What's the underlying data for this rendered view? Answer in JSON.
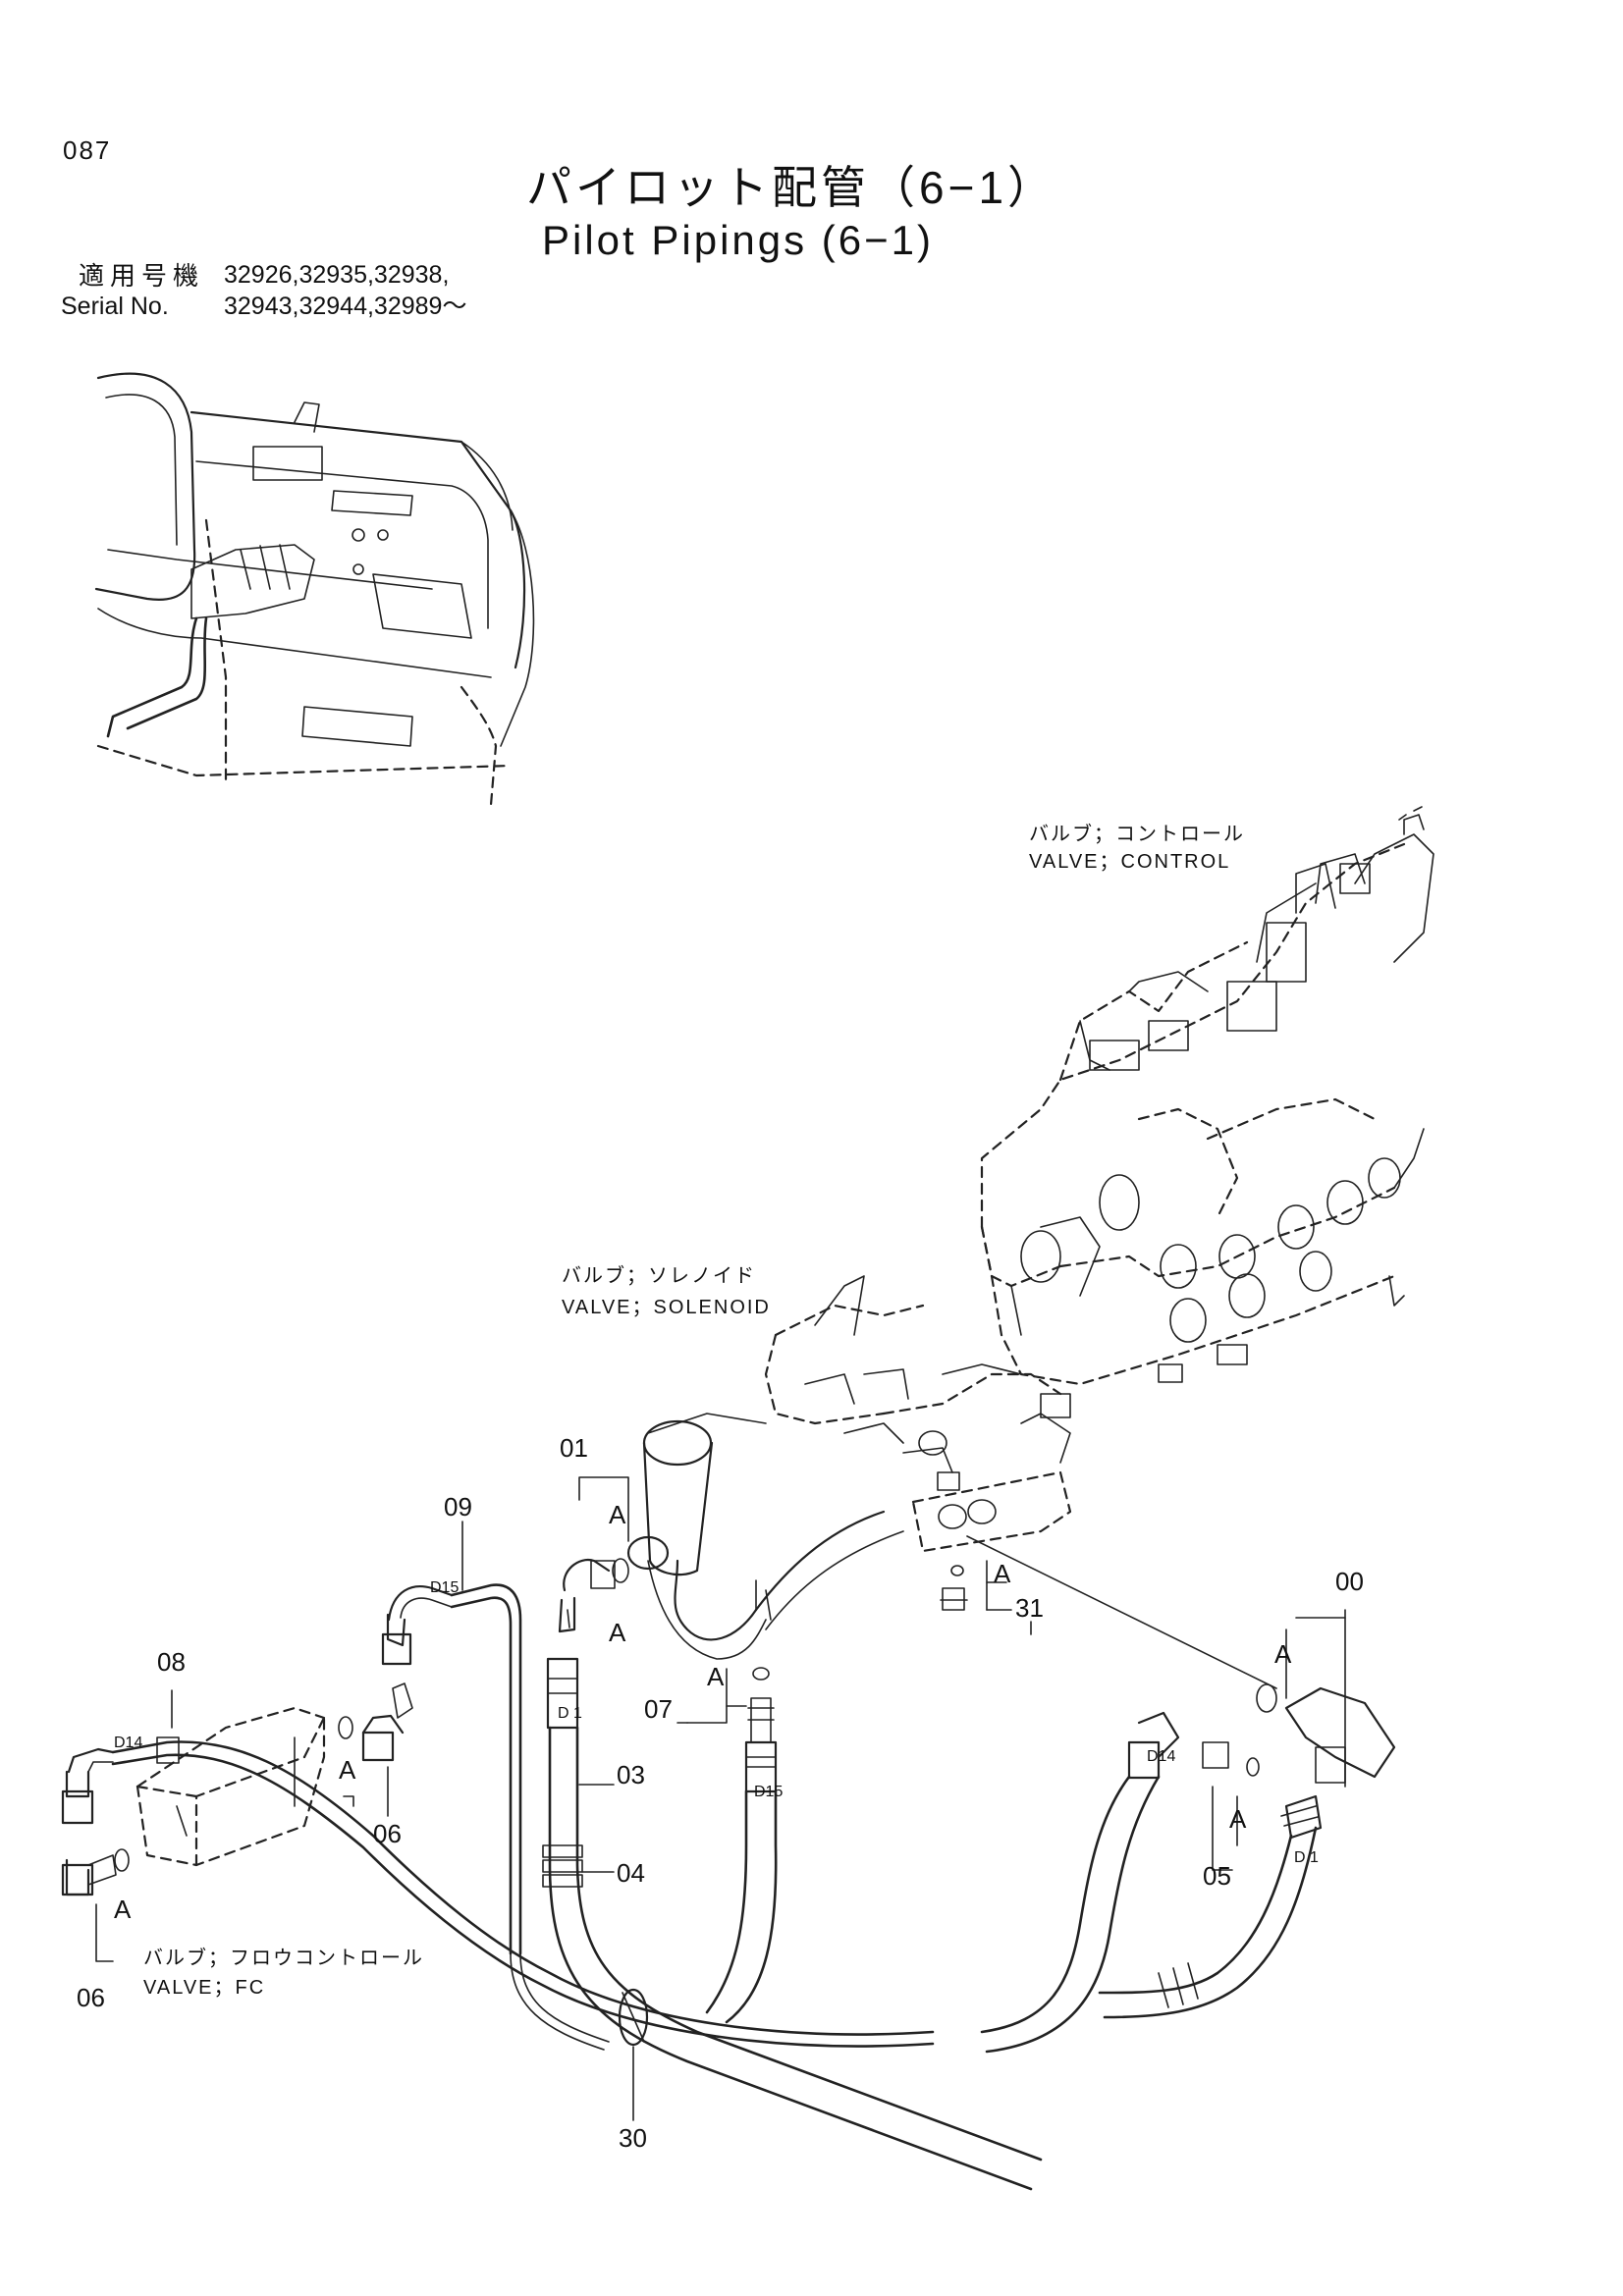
{
  "page_number": "087",
  "title": {
    "jp": "パイロット配管（6−1）",
    "en": "Pilot Pipings (6−1)"
  },
  "serial": {
    "label_jp": "適用号機",
    "label_en": "Serial No.",
    "line1": "32926,32935,32938,",
    "line2": "32943,32944,32989～"
  },
  "component_labels": {
    "control_jp": "バルブ；コントロール",
    "control_en": "VALVE；CONTROL",
    "solenoid_jp": "バルブ；ソレノイド",
    "solenoid_en": "VALVE；SOLENOID",
    "fc_jp": "バルブ；フロウコントロール",
    "fc_en": "VALVE；FC"
  },
  "part_numbers": {
    "p00": "00",
    "p01": "01",
    "p03": "03",
    "p04": "04",
    "p05": "05",
    "p06a": "06",
    "p06b": "06",
    "p07": "07",
    "p08": "08",
    "p09": "09",
    "p30": "30",
    "p31": "31"
  },
  "callouts": {
    "a1": "A",
    "a2": "A",
    "a3": "A",
    "a4": "A",
    "a5": "A",
    "a6": "A",
    "a7": "A",
    "a8": "A"
  },
  "hose_tags": {
    "d15_top": "D15",
    "d1_center": "D 1",
    "d14_left": "D14",
    "d15_mid": "D15",
    "d14_right": "D14",
    "d1_right": "D 1"
  }
}
